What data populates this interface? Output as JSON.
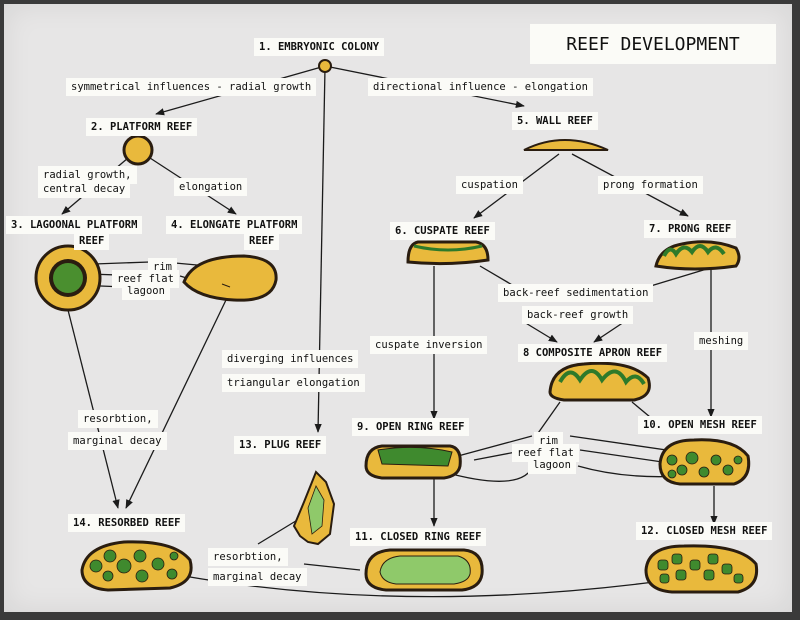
{
  "title": "REEF DEVELOPMENT",
  "nodes": {
    "n1": "1. EMBRYONIC COLONY",
    "n2": "2. PLATFORM REEF",
    "n3": "3. LAGOONAL PLATFORM",
    "n3b": "REEF",
    "n4": "4. ELONGATE PLATFORM",
    "n4b": "REEF",
    "n5": "5. WALL REEF",
    "n6": "6. CUSPATE REEF",
    "n7": "7. PRONG REEF",
    "n8": "8 COMPOSITE APRON REEF",
    "n9": "9. OPEN RING REEF",
    "n10": "10. OPEN MESH REEF",
    "n11": "11. CLOSED RING REEF",
    "n12": "12. CLOSED MESH REEF",
    "n13": "13. PLUG REEF",
    "n14": "14. RESORBED REEF"
  },
  "edges": {
    "symmetrical": "symmetrical influences - radial growth",
    "directional": "directional influence - elongation",
    "radial_growth_1": "radial growth,",
    "radial_growth_2": "central decay",
    "elongation": "elongation",
    "cuspation": "cuspation",
    "prong_formation": "prong formation",
    "back_reef_sedimentation": "back-reef sedimentation",
    "back_reef_growth": "back-reef growth",
    "cuspate_inversion": "cuspate inversion",
    "meshing": "meshing",
    "diverging": "diverging influences",
    "triangular": "triangular elongation",
    "resorbtion_1": "resorbtion,",
    "marginal_decay_1": "marginal decay",
    "resorbtion_2": "resorbtion,",
    "marginal_decay_2": "marginal decay"
  },
  "parts_left": {
    "rim": "rim",
    "reef_flat": "reef flat",
    "lagoon": "lagoon"
  },
  "parts_mid": {
    "rim": "rim",
    "reef_flat": "reef flat",
    "lagoon": "lagoon"
  },
  "colors": {
    "ochre": "#e9b93c",
    "green": "#3f8a2e",
    "dark": "#2a1d10",
    "paper": "#e7e6e6",
    "label": "#fbfbf7"
  }
}
